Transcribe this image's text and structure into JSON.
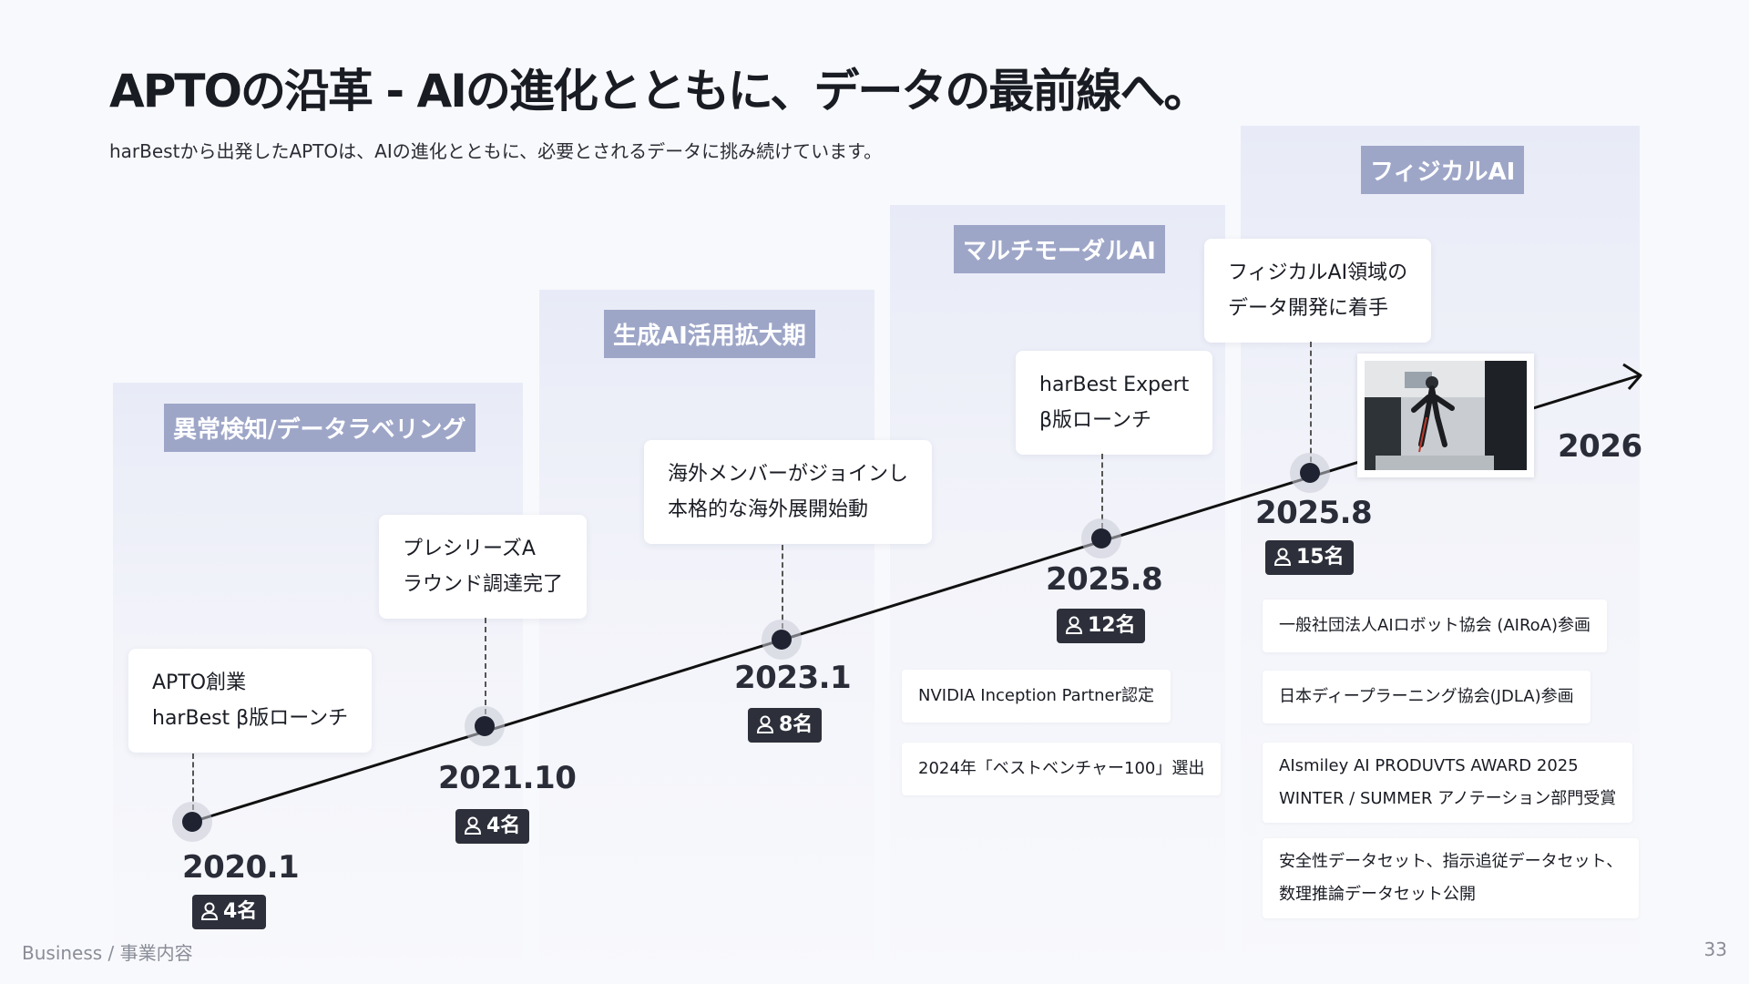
{
  "page": {
    "title": "APTOの沿革 - AIの進化とともに、データの最前線へ。",
    "subtitle": "harBestから出発したAPTOは、AIの進化とともに、必要とされるデータに挑み続けています。",
    "footer_left": "Business / 事業内容",
    "page_number": "33"
  },
  "phases": [
    {
      "label": "異常検知/データラベリング"
    },
    {
      "label": "生成AI活用拡大期"
    },
    {
      "label": "マルチモーダルAI"
    },
    {
      "label": "フィジカルAI"
    }
  ],
  "milestones": [
    {
      "year": "2020.1",
      "members": "4名",
      "callout": [
        "APTO創業",
        "harBest β版ローンチ"
      ]
    },
    {
      "year": "2021.10",
      "members": "4名",
      "callout": [
        "プレシリーズA",
        "ラウンド調達完了"
      ]
    },
    {
      "year": "2023.1",
      "members": "8名",
      "callout": [
        "海外メンバーがジョインし",
        "本格的な海外展開始動"
      ]
    },
    {
      "year": "2025.8",
      "members": "12名",
      "callout": [
        "harBest Expert",
        "β版ローンチ"
      ]
    },
    {
      "year": "2025.8",
      "members": "15名",
      "callout": [
        "フィジカルAI領域の",
        "データ開発に着手"
      ]
    }
  ],
  "end_year": "2026",
  "events_multimodal": [
    [
      "NVIDIA Inception Partner認定"
    ],
    [
      "2024年「ベストベンチャー100」選出"
    ]
  ],
  "events_physical": [
    [
      "一般社団法人AIロボット協会 (AIRoA)参画"
    ],
    [
      "日本ディープラーニング協会(JDLA)参画"
    ],
    [
      "AIsmiley AI PRODUVTS AWARD 2025",
      "WINTER / SUMMER アノテーション部門受賞"
    ],
    [
      "安全性データセット、指示追従データセット、",
      "数理推論データセット公開"
    ]
  ],
  "colors": {
    "phase_label_bg": "#9ea6c8",
    "badge_bg": "#2d303b",
    "dot": "#1f2230",
    "background": "#f8f9fc"
  },
  "icons": {
    "member_badge": "person-icon",
    "timeline_end": "arrow-right-icon",
    "photo": "robot-photo"
  }
}
